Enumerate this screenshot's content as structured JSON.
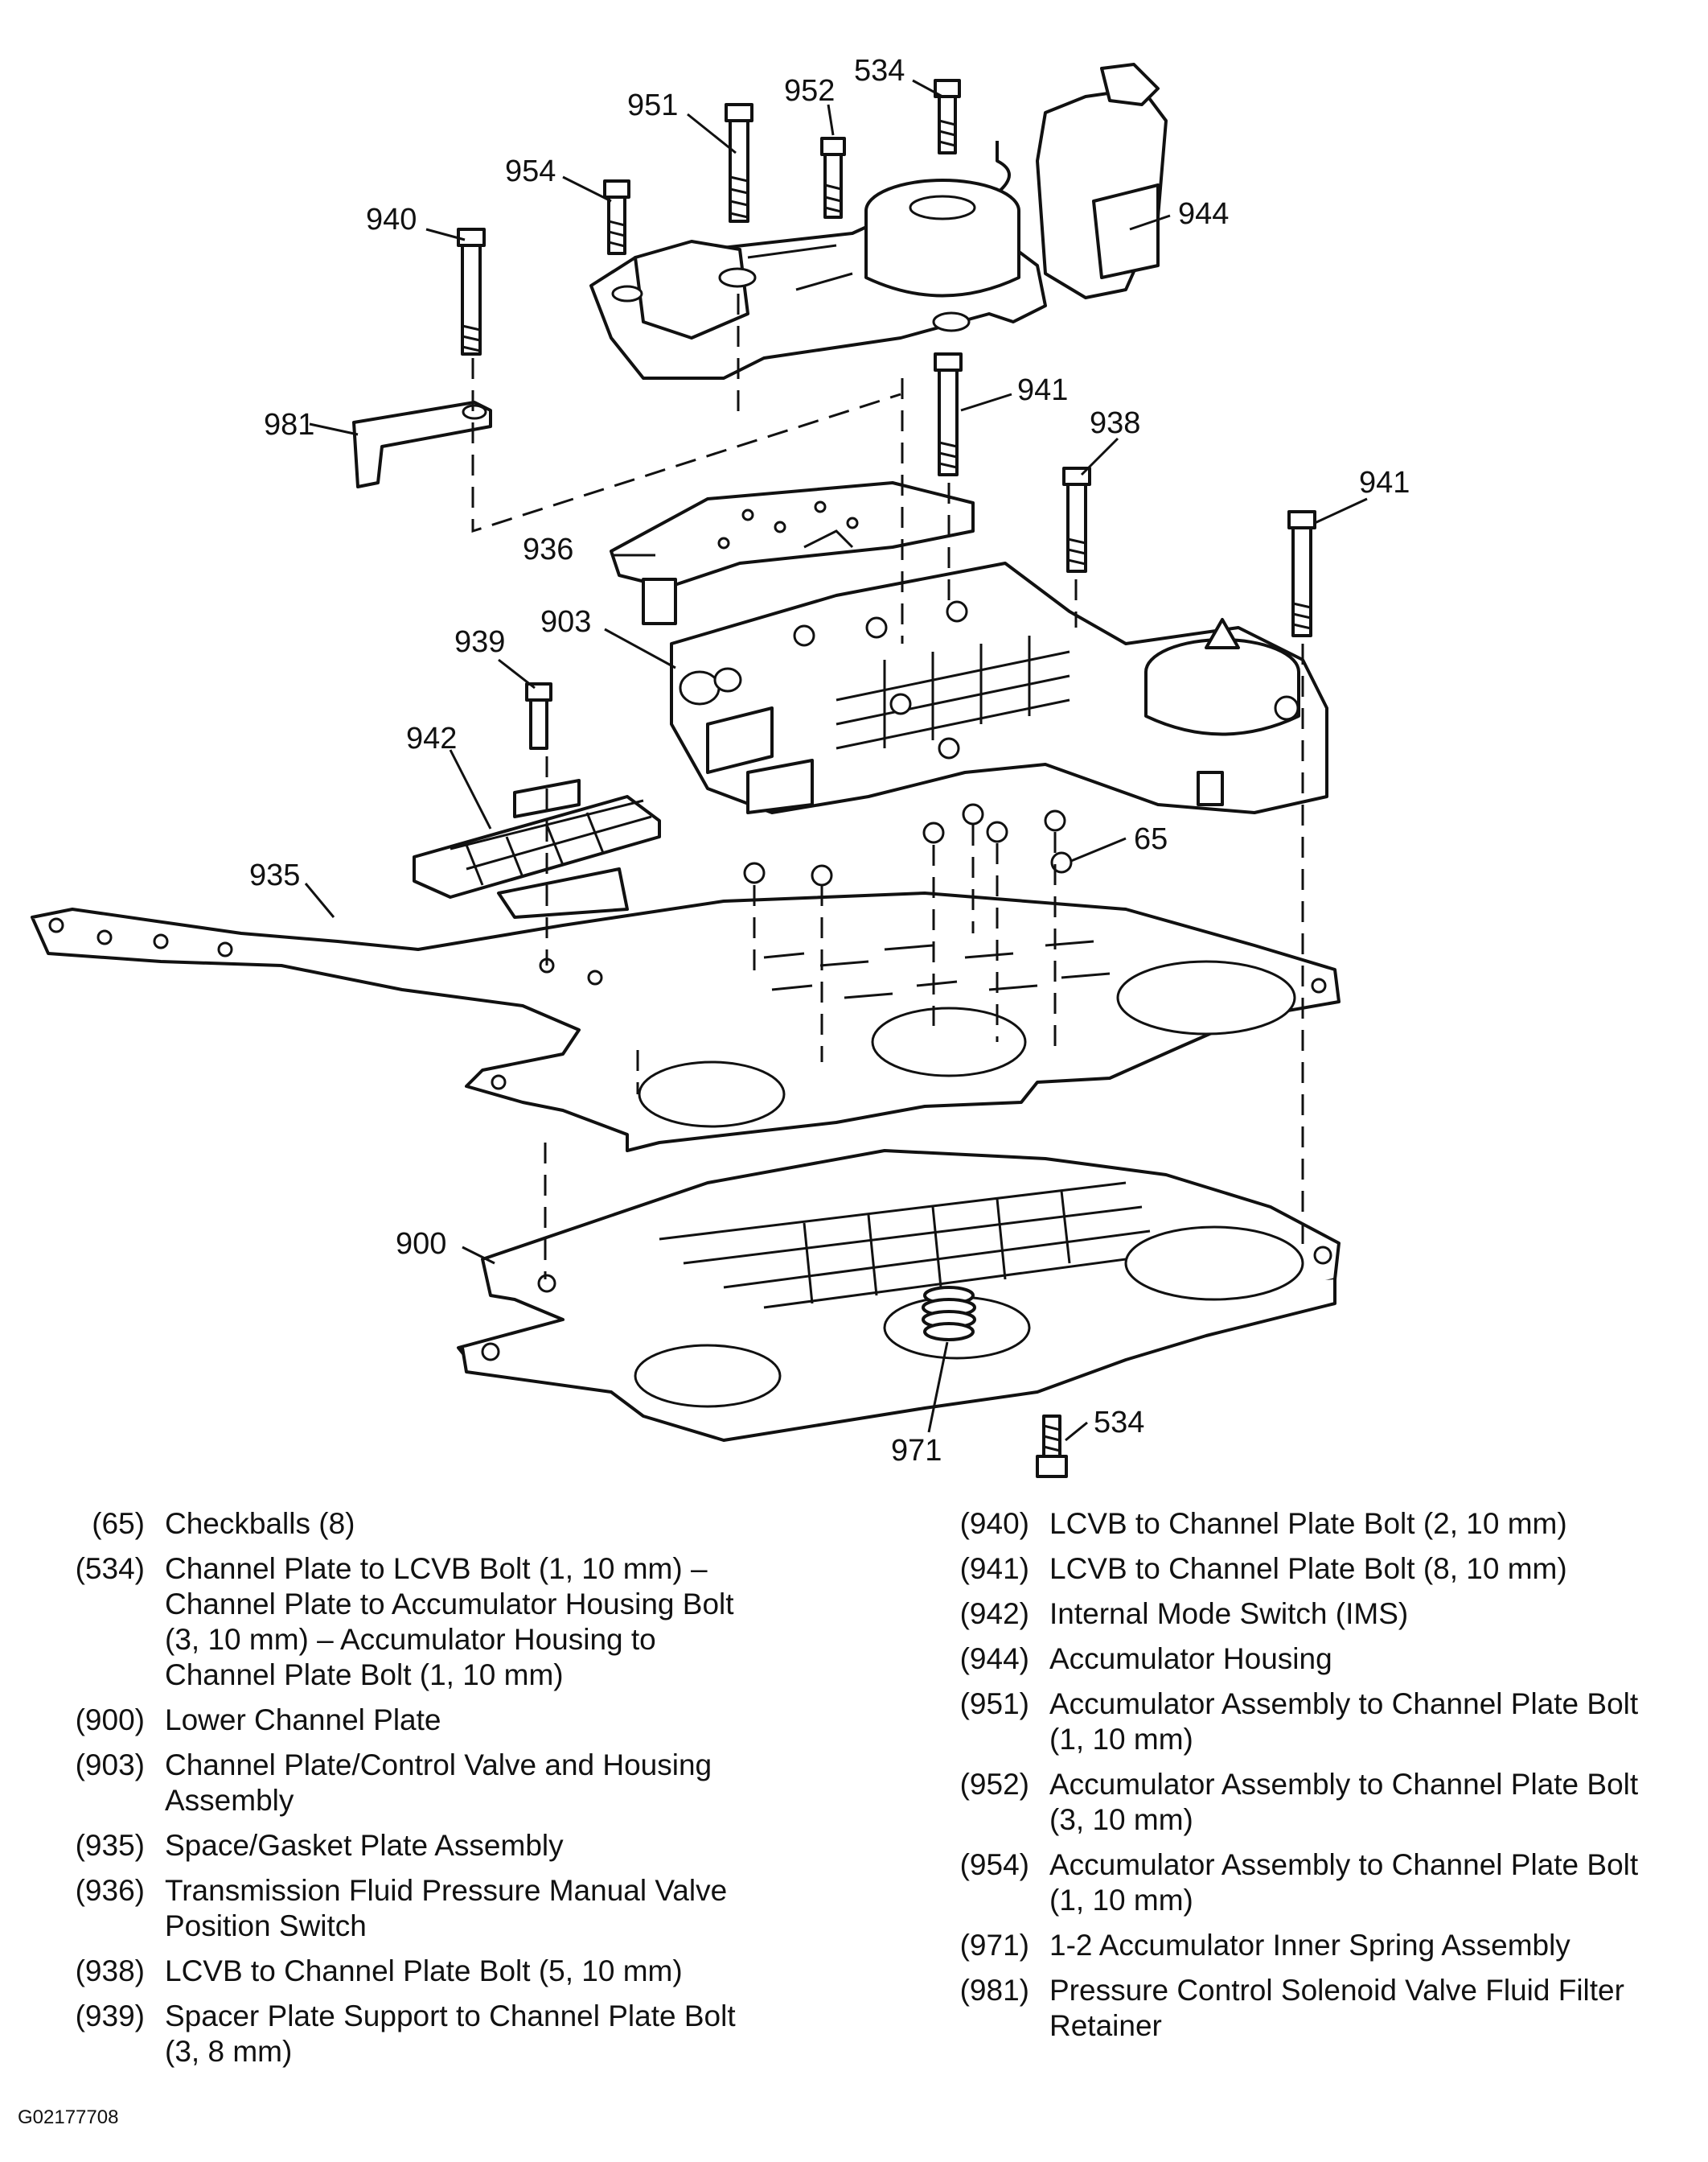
{
  "callouts": [
    {
      "id": "c951",
      "label": "951"
    },
    {
      "id": "c952",
      "label": "952"
    },
    {
      "id": "c534a",
      "label": "534"
    },
    {
      "id": "c954",
      "label": "954"
    },
    {
      "id": "c940",
      "label": "940"
    },
    {
      "id": "c944",
      "label": "944"
    },
    {
      "id": "c941a",
      "label": "941"
    },
    {
      "id": "c938",
      "label": "938"
    },
    {
      "id": "c941b",
      "label": "941"
    },
    {
      "id": "c981",
      "label": "981"
    },
    {
      "id": "c936",
      "label": "936"
    },
    {
      "id": "c903",
      "label": "903"
    },
    {
      "id": "c939",
      "label": "939"
    },
    {
      "id": "c942",
      "label": "942"
    },
    {
      "id": "c65",
      "label": "65"
    },
    {
      "id": "c935",
      "label": "935"
    },
    {
      "id": "c900",
      "label": "900"
    },
    {
      "id": "c534b",
      "label": "534"
    },
    {
      "id": "c971",
      "label": "971"
    }
  ],
  "legend": {
    "left": [
      {
        "code": "(65)",
        "desc": "Checkballs (8)"
      },
      {
        "code": "(534)",
        "desc": "Channel Plate to LCVB Bolt (1, 10 mm) –\nChannel Plate to Accumulator Housing Bolt\n(3, 10 mm) – Accumulator Housing to\nChannel Plate Bolt (1, 10 mm)"
      },
      {
        "code": "(900)",
        "desc": "Lower Channel Plate"
      },
      {
        "code": "(903)",
        "desc": "Channel Plate/Control Valve and Housing\nAssembly"
      },
      {
        "code": "(935)",
        "desc": "Space/Gasket Plate Assembly"
      },
      {
        "code": "(936)",
        "desc": "Transmission Fluid Pressure Manual Valve\nPosition Switch"
      },
      {
        "code": "(938)",
        "desc": "LCVB to Channel Plate Bolt (5, 10 mm)"
      },
      {
        "code": "(939)",
        "desc": "Spacer Plate Support to Channel Plate Bolt\n(3, 8 mm)"
      }
    ],
    "right": [
      {
        "code": "(940)",
        "desc": "LCVB to Channel Plate Bolt (2, 10 mm)"
      },
      {
        "code": "(941)",
        "desc": "LCVB to Channel Plate Bolt (8, 10 mm)"
      },
      {
        "code": "(942)",
        "desc": "Internal Mode Switch (IMS)"
      },
      {
        "code": "(944)",
        "desc": "Accumulator Housing"
      },
      {
        "code": "(951)",
        "desc": "Accumulator Assembly to Channel Plate Bolt\n(1, 10 mm)"
      },
      {
        "code": "(952)",
        "desc": "Accumulator Assembly to Channel Plate Bolt\n(3, 10 mm)"
      },
      {
        "code": "(954)",
        "desc": "Accumulator Assembly to Channel Plate Bolt\n(1, 10 mm)"
      },
      {
        "code": "(971)",
        "desc": "1-2 Accumulator Inner Spring Assembly"
      },
      {
        "code": "(981)",
        "desc": "Pressure Control Solenoid Valve Fluid Filter\nRetainer"
      }
    ]
  },
  "figure_id": "G02177708"
}
